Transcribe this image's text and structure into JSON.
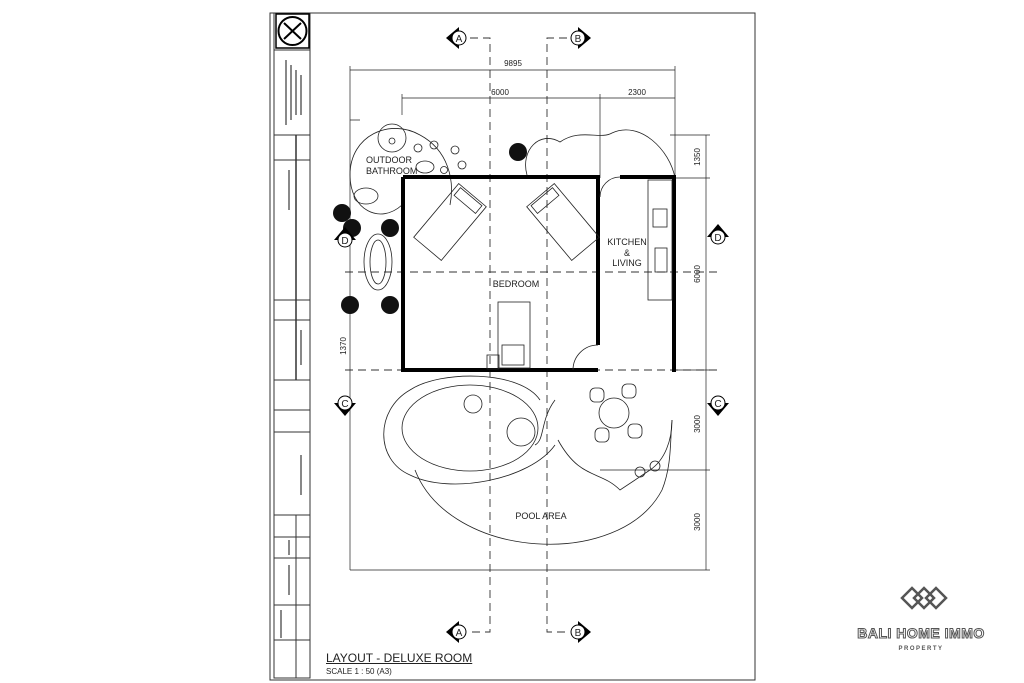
{
  "sheet": {
    "title": "LAYOUT  - DELUXE ROOM",
    "scale": "SCALE 1 : 50 (A3)"
  },
  "sections": {
    "a": "A",
    "b": "B",
    "c": "C",
    "d": "D"
  },
  "dimensions": {
    "overall_width": "9895",
    "bedroom_width": "6000",
    "kitchen_width": "2300",
    "top_depth": "1350",
    "room_depth": "6000",
    "pool_depth_1": "3000",
    "pool_depth_2": "3000",
    "left_offset": "1370"
  },
  "rooms": {
    "outdoor_bathroom_1": "OUTDOOR",
    "outdoor_bathroom_2": "BATHROOM",
    "bedroom": "BEDROOM",
    "kitchen_1": "KITCHEN",
    "kitchen_2": "&",
    "kitchen_3": "LIVING",
    "pool": "POOL AREA"
  },
  "logo": {
    "name": "BALI HOME IMMO",
    "tagline": "PROPERTY",
    "color": "#555555"
  }
}
